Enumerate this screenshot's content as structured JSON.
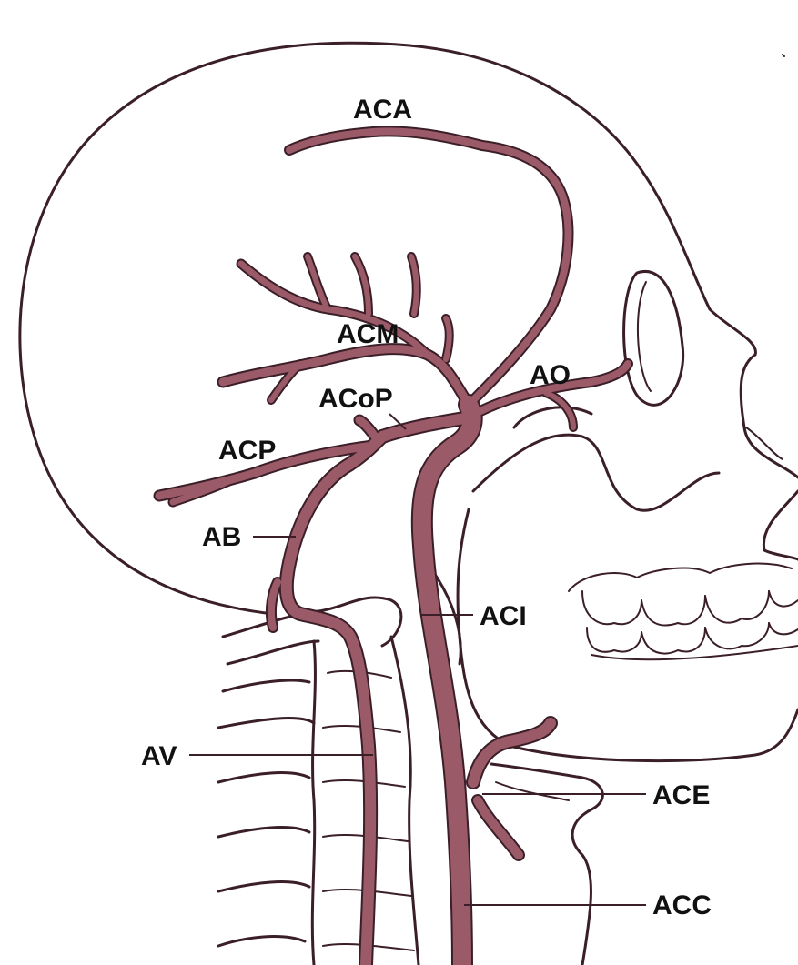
{
  "colors": {
    "artery": "#9b5a68",
    "outline": "#3b1f28",
    "background": "#ffffff"
  },
  "labels": {
    "aca": "ACA",
    "acm": "ACM",
    "acop": "ACoP",
    "acp": "ACP",
    "ab": "AB",
    "ao": "AO",
    "aci": "ACI",
    "av": "AV",
    "ace": "ACE",
    "acc": "ACC"
  }
}
